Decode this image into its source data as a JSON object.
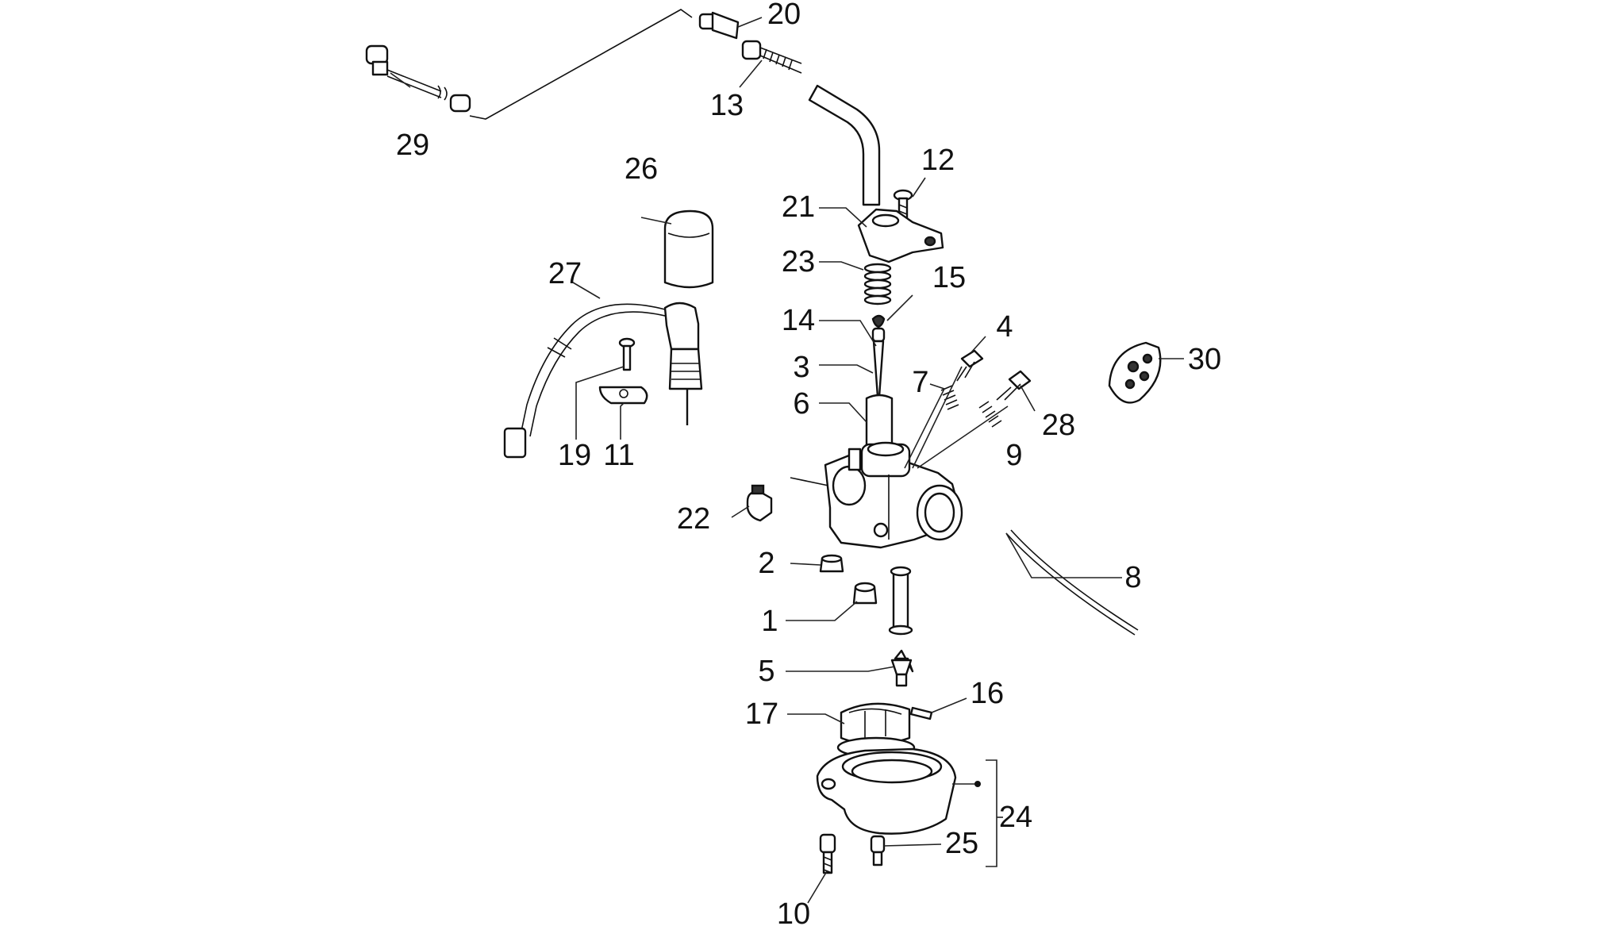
{
  "diagram": {
    "callouts": [
      {
        "id": "c1",
        "text": "1"
      },
      {
        "id": "c2",
        "text": "2"
      },
      {
        "id": "c3",
        "text": "3"
      },
      {
        "id": "c4",
        "text": "4"
      },
      {
        "id": "c5",
        "text": "5"
      },
      {
        "id": "c6",
        "text": "6"
      },
      {
        "id": "c7",
        "text": "7"
      },
      {
        "id": "c8",
        "text": "8"
      },
      {
        "id": "c9",
        "text": "9"
      },
      {
        "id": "c10",
        "text": "10"
      },
      {
        "id": "c11",
        "text": "11"
      },
      {
        "id": "c12",
        "text": "12"
      },
      {
        "id": "c13",
        "text": "13"
      },
      {
        "id": "c14",
        "text": "14"
      },
      {
        "id": "c15",
        "text": "15"
      },
      {
        "id": "c16",
        "text": "16"
      },
      {
        "id": "c17",
        "text": "17"
      },
      {
        "id": "c19",
        "text": "19"
      },
      {
        "id": "c20",
        "text": "20"
      },
      {
        "id": "c21",
        "text": "21"
      },
      {
        "id": "c22",
        "text": "22"
      },
      {
        "id": "c23",
        "text": "23"
      },
      {
        "id": "c24",
        "text": "24"
      },
      {
        "id": "c25",
        "text": "25"
      },
      {
        "id": "c26",
        "text": "26"
      },
      {
        "id": "c27",
        "text": "27"
      },
      {
        "id": "c28",
        "text": "28"
      },
      {
        "id": "c29",
        "text": "29"
      },
      {
        "id": "c30",
        "text": "30"
      }
    ]
  }
}
